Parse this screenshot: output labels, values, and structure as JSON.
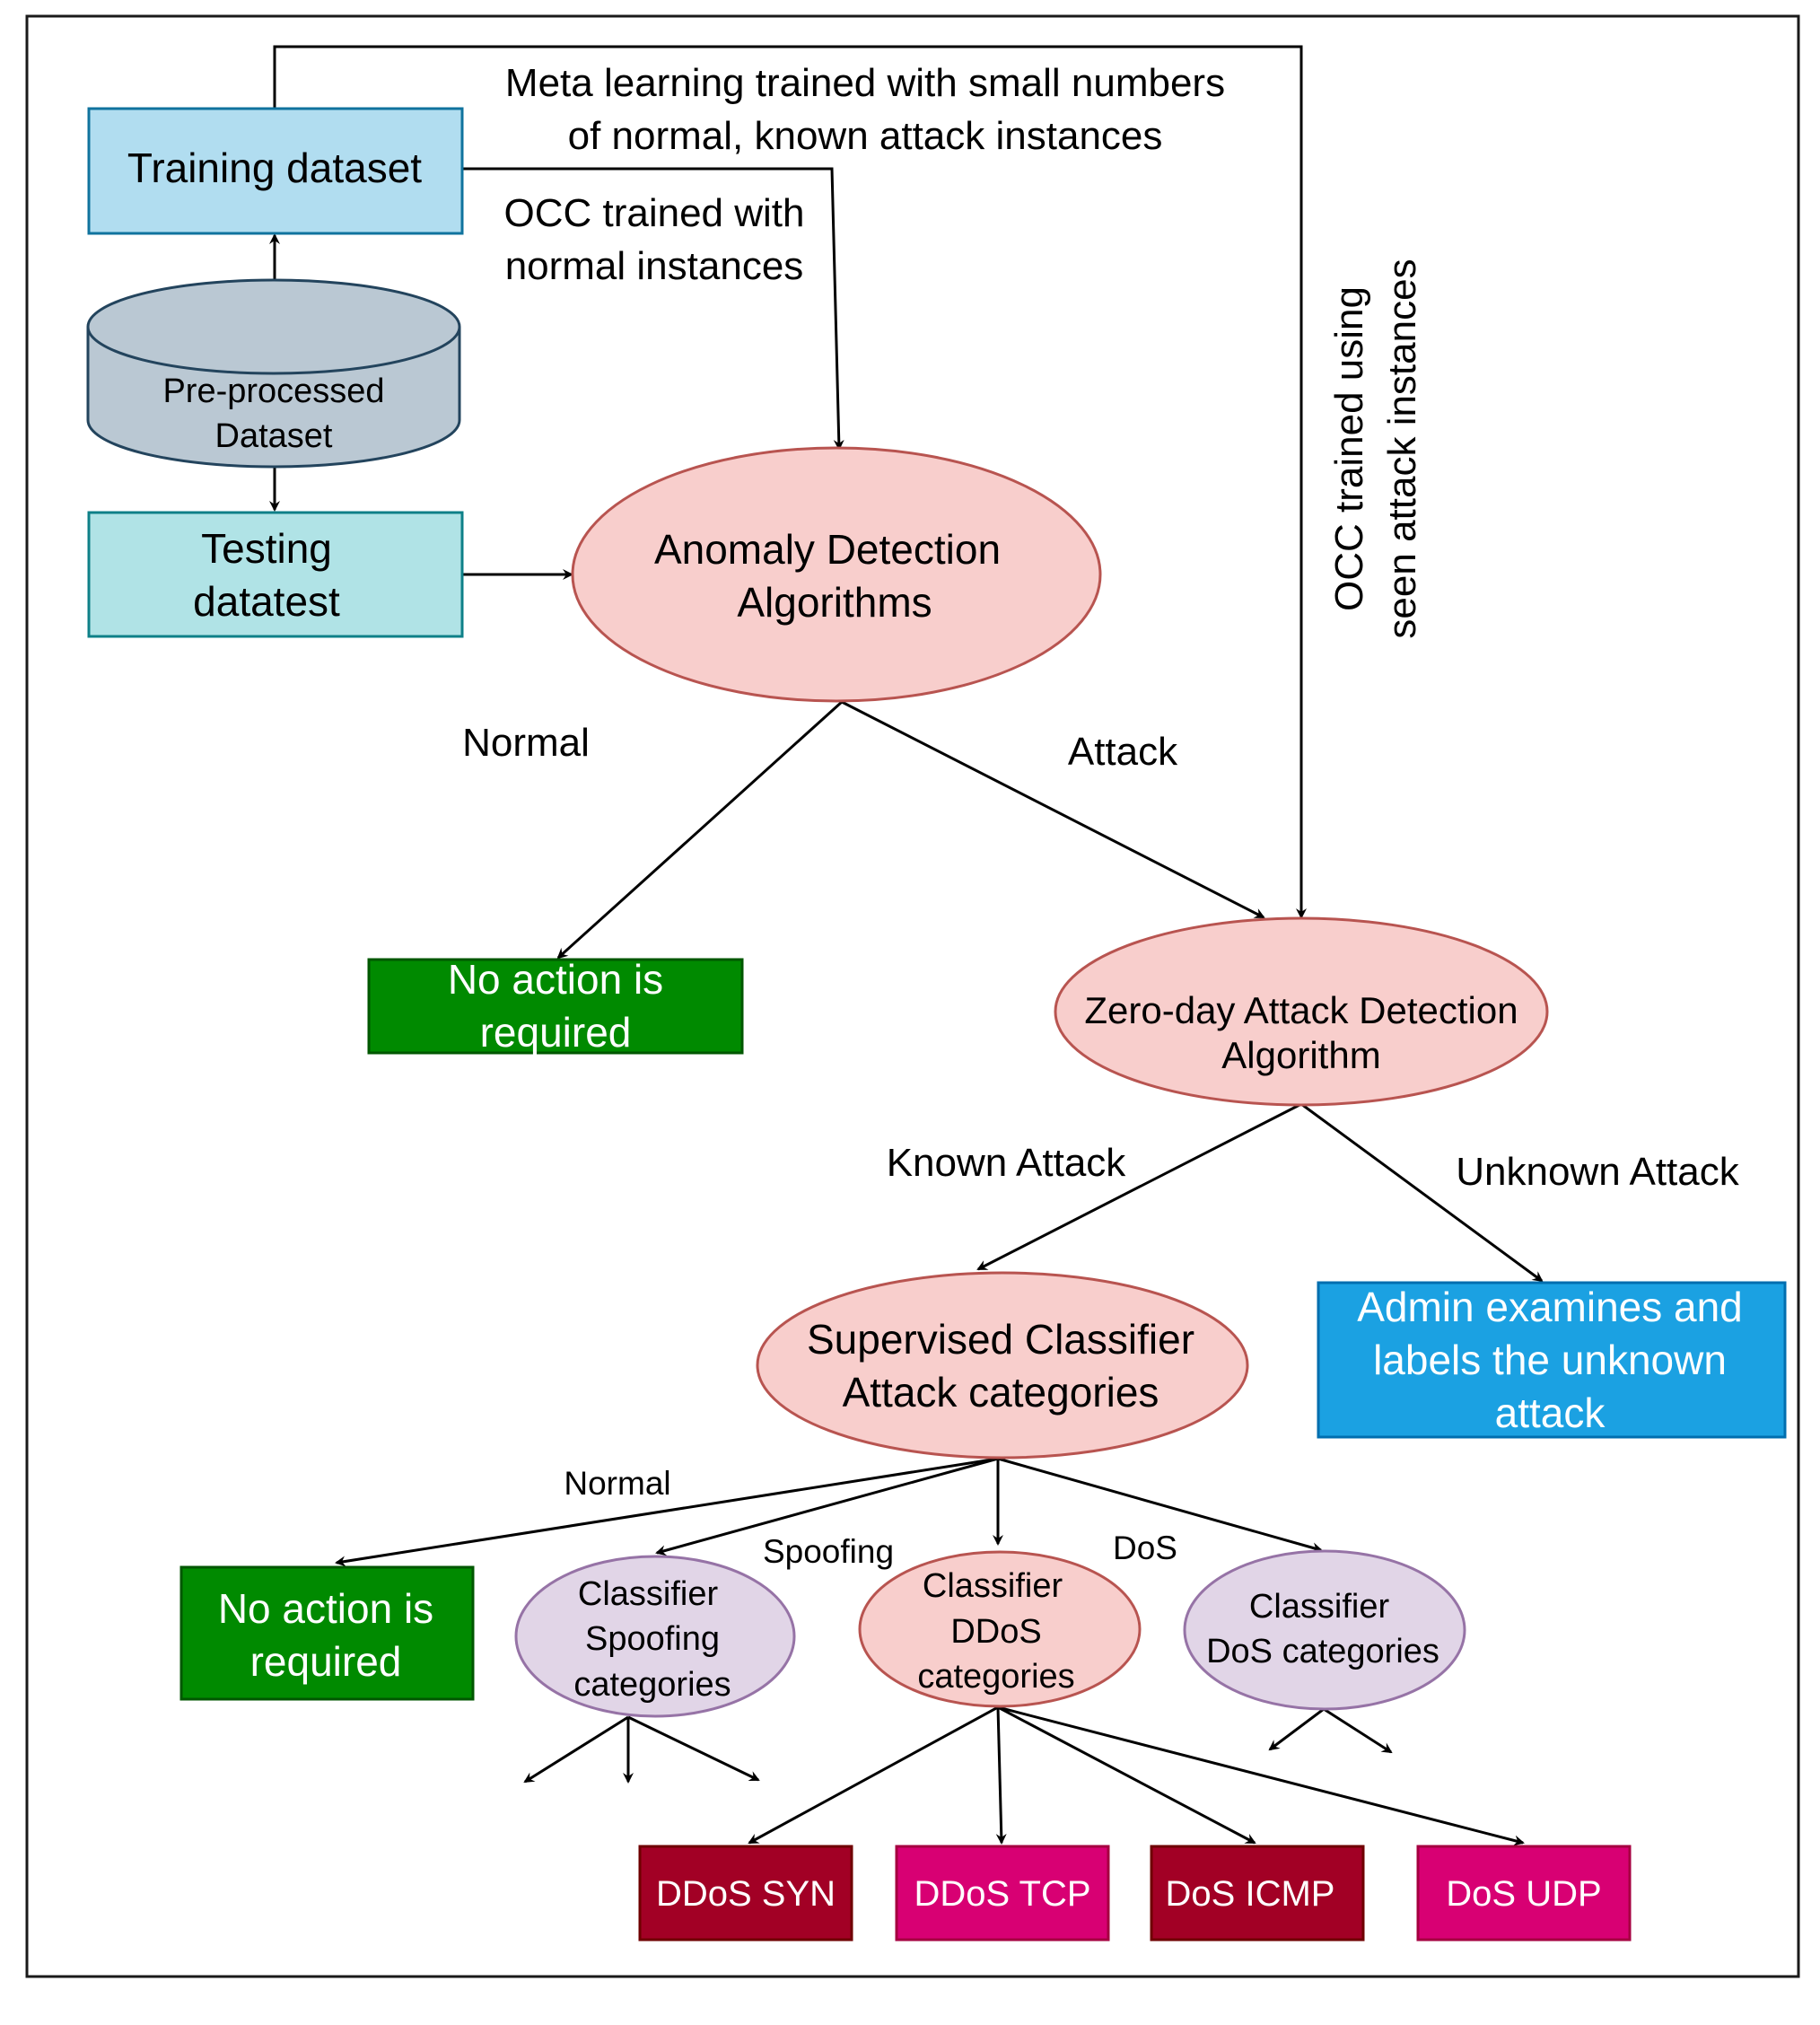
{
  "colors": {
    "line": "#000000",
    "frame": "#1a1a1a",
    "training_fill": "#b1ddf0",
    "training_stroke": "#10739e",
    "testing_fill": "#b0e3e6",
    "testing_stroke": "#0e8088",
    "database_fill": "#bac8d3",
    "database_stroke": "#23445d",
    "pink_fill": "#f8cecc",
    "pink_stroke": "#b85450",
    "purple_fill": "#e1d5e7",
    "purple_stroke": "#9673a6",
    "green_fill": "#008a00",
    "green_stroke": "#005700",
    "blue_fill": "#1ba1e2",
    "blue_stroke": "#006eaf",
    "darkred_fill": "#a20025",
    "darkred_stroke": "#6f0000",
    "magenta_fill": "#d80073",
    "magenta_stroke": "#a50040",
    "white_text": "#ffffff",
    "black_text": "#000000"
  },
  "nodes": {
    "training_dataset": "Training dataset",
    "preprocessed_dataset": [
      "Pre-processed",
      "Dataset"
    ],
    "testing_dataset": [
      "Testing",
      "datatest"
    ],
    "anomaly_detection": [
      "Anomaly Detection",
      "Algorithms"
    ],
    "no_action_1": [
      "No action is",
      "required"
    ],
    "zero_day": [
      "Zero-day Attack Detection",
      "Algorithm"
    ],
    "supervised_classifier": [
      "Supervised Classifier",
      "Attack categories"
    ],
    "admin_examines": [
      "Admin examines and",
      "labels the unknown",
      "attack"
    ],
    "no_action_2": [
      "No action is",
      "required"
    ],
    "classifier_spoofing": [
      "Classifier",
      "Spoofing",
      "categories"
    ],
    "classifier_ddos": [
      "Classifier",
      "DDoS",
      "categories"
    ],
    "classifier_dos": [
      "Classifier",
      "DoS categories"
    ],
    "ddos_syn": "DDoS SYN",
    "ddos_tcp": "DDoS TCP",
    "dos_icmp": "DoS ICMP",
    "dos_udp": "DoS UDP"
  },
  "edge_labels": {
    "meta_learning": [
      "Meta learning trained with small numbers",
      "of normal, known attack instances"
    ],
    "occ_normal": [
      "OCC trained with",
      "normal instances"
    ],
    "occ_seen": [
      "OCC trained using",
      "seen attack instances"
    ],
    "normal_1": "Normal",
    "attack": "Attack",
    "known_attack": "Known Attack",
    "unknown_attack": "Unknown Attack",
    "normal_2": "Normal",
    "spoofing": "Spoofing",
    "dos": "DoS"
  }
}
